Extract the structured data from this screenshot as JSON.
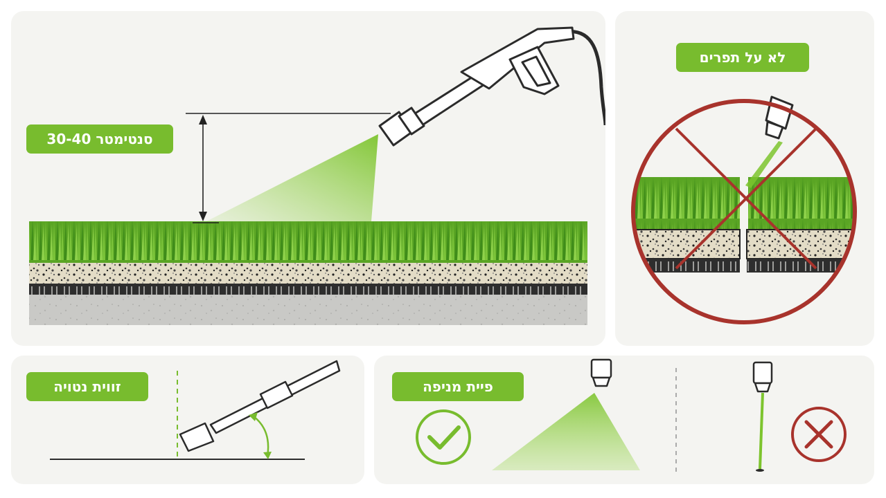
{
  "labels": {
    "distance": "סנטימטר 30-40",
    "no_seams": "לא על תפרים",
    "tilt_angle": "זווית נטויה",
    "fan_nozzle": "פיית מניפה"
  },
  "colors": {
    "accent_green": "#78bc2e",
    "prohibited_red": "#a8332c",
    "outline": "#2b2b2b"
  },
  "icons": {
    "approved": "check-circle-icon",
    "rejected": "x-circle-icon",
    "prohibited": "prohibited-sign-icon"
  }
}
